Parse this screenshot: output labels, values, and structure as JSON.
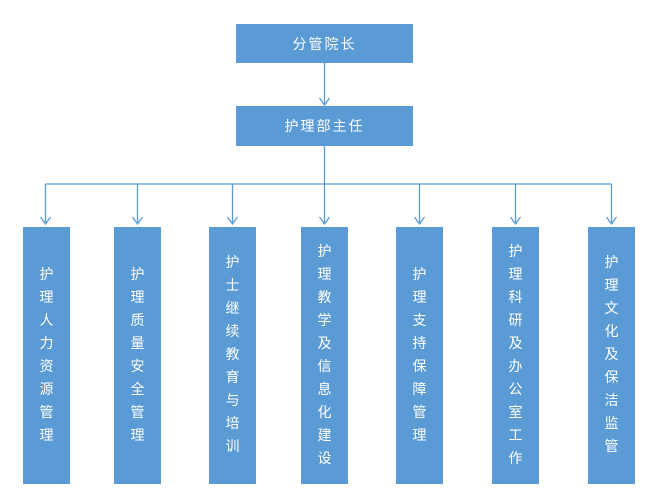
{
  "org": {
    "root": {
      "label": "分管院长"
    },
    "manager": {
      "label": "护理部主任"
    },
    "departments": [
      {
        "label": "护理人力资源管理"
      },
      {
        "label": "护理质量安全管理"
      },
      {
        "label": "护士继续教育与培训"
      },
      {
        "label": "护理教学及信息化建设"
      },
      {
        "label": "护理支持保障管理"
      },
      {
        "label": "护理科研及办公室工作"
      },
      {
        "label": "护理文化及保洁监管"
      }
    ]
  },
  "colors": {
    "box_fill": "#5b9bd5",
    "line": "#5b9bd5",
    "text": "#ffffff",
    "background": "#ffffff"
  }
}
